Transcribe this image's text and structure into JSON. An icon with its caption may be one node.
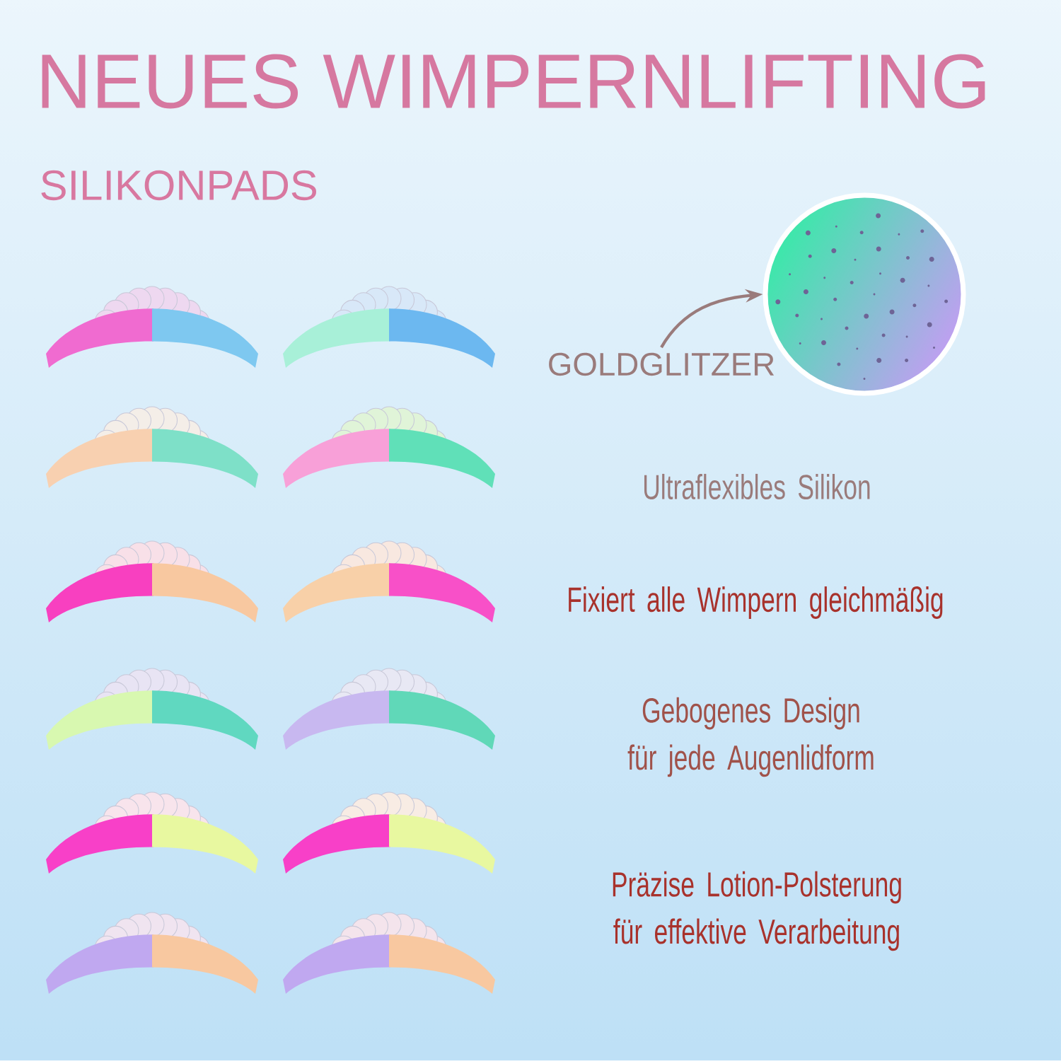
{
  "diagram": {
    "title": "NEUES WIMPERNLIFTING",
    "nodes": [
      {
        "text": [
          "GOLDGLITZER"
        ]
      },
      {
        "text": [],
        "shape": "picture"
      }
    ],
    "edges": [
      {
        "from": 0,
        "to": 1,
        "arrow": "to"
      }
    ],
    "labels": [
      "SILIKONPADS",
      "Ultraflexibles Silikon",
      "Fixiert alle Wimpern gleichmäßig",
      "Gebogenes Design für jede Augenlidform",
      "Präzise Lotion-Polsterung für effektive Verarbeitung"
    ]
  }
}
